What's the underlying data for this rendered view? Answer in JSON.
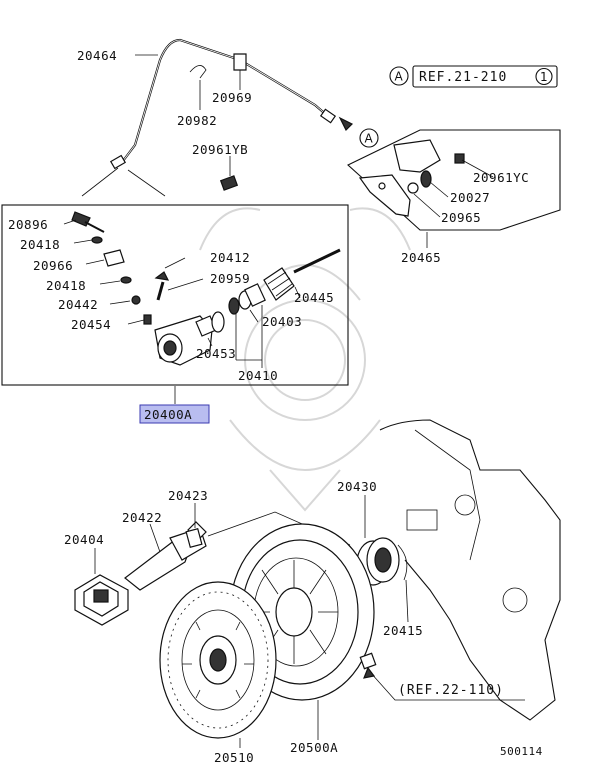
{
  "callouts": {
    "p20464": "20464",
    "p20969": "20969",
    "p20982": "20982",
    "p20961YB": "20961YB",
    "p20961YC": "20961YC",
    "p20027": "20027",
    "p20965": "20965",
    "p20465": "20465",
    "p20896": "20896",
    "p20418a": "20418",
    "p20966": "20966",
    "p20418b": "20418",
    "p20442": "20442",
    "p20454": "20454",
    "p20412": "20412",
    "p20959": "20959",
    "p20445": "20445",
    "p20403": "20403",
    "p20453": "20453",
    "p20410": "20410",
    "p20400A": "20400A",
    "p20423": "20423",
    "p20422": "20422",
    "p20404": "20404",
    "p20430": "20430",
    "p20415": "20415",
    "p20510": "20510",
    "p20500A": "20500A"
  },
  "refs": {
    "ref_a_letter": "A",
    "ref_a_text": "REF.21-210",
    "ref_a_num": "1",
    "arrow_letter": "A",
    "ref_b_text": "(REF.22-110)"
  },
  "footer": {
    "diagram_code": "500114"
  },
  "colors": {
    "highlight_fill": "#b9bdf0",
    "highlight_stroke": "#3a3ab0"
  }
}
